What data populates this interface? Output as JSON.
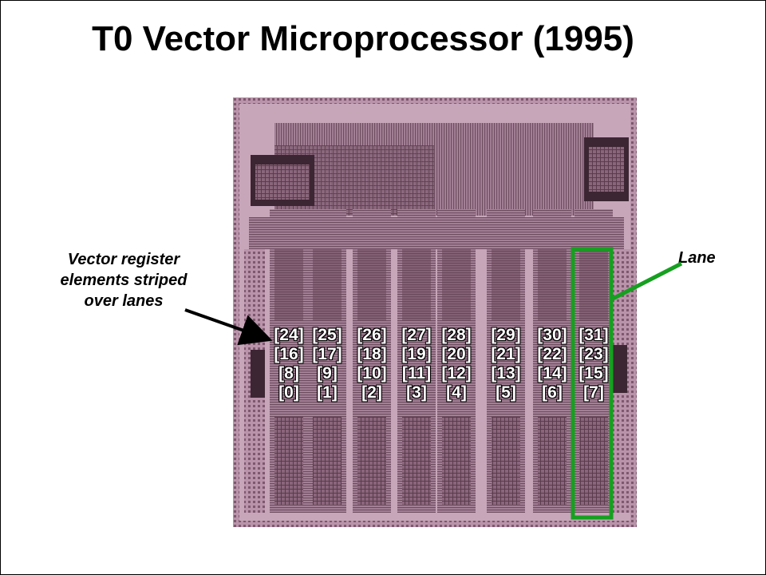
{
  "slide": {
    "title": "T0 Vector Microprocessor (1995)",
    "left_annotation": [
      "Vector register",
      "elements striped",
      "over lanes"
    ],
    "lane_label": "Lane",
    "lanes": [
      {
        "elements": [
          "[24]",
          "[16]",
          "[8]",
          "[0]"
        ]
      },
      {
        "elements": [
          "[25]",
          "[17]",
          "[9]",
          "[1]"
        ]
      },
      {
        "elements": [
          "[26]",
          "[18]",
          "[10]",
          "[2]"
        ]
      },
      {
        "elements": [
          "[27]",
          "[19]",
          "[11]",
          "[3]"
        ]
      },
      {
        "elements": [
          "[28]",
          "[20]",
          "[12]",
          "[4]"
        ]
      },
      {
        "elements": [
          "[29]",
          "[21]",
          "[13]",
          "[5]"
        ]
      },
      {
        "elements": [
          "[30]",
          "[22]",
          "[14]",
          "[6]"
        ]
      },
      {
        "elements": [
          "[31]",
          "[23]",
          "[15]",
          "[7]"
        ]
      }
    ],
    "colors": {
      "lane_highlight": "#16a020",
      "die": "#9c7488",
      "arrow": "#000000"
    }
  }
}
